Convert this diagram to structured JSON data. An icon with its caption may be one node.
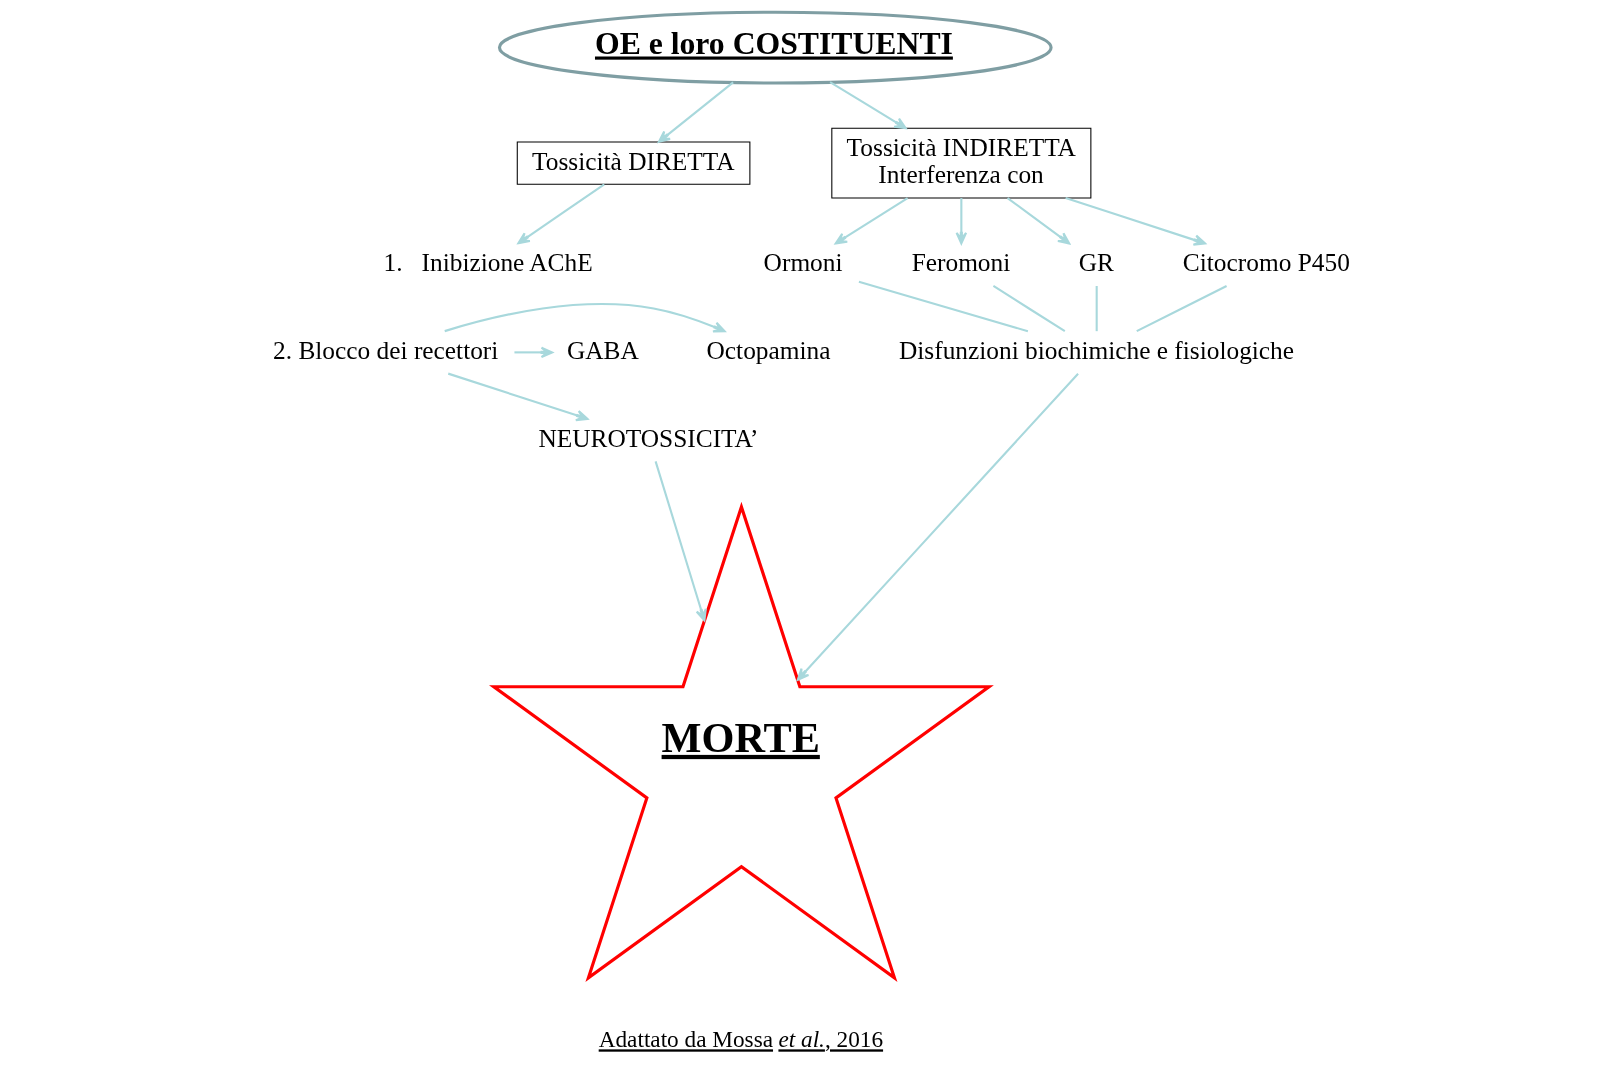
{
  "diagram": {
    "nodes": [
      {
        "text": [
          "OE e loro COSTITUENTI"
        ]
      },
      {
        "text": [
          "Tossicità DIRETTA"
        ]
      },
      {
        "text": [
          "Tossicità INDIRETTA",
          "Interferenza con"
        ]
      },
      {
        "text": [
          "1.   Inibizione AChE"
        ]
      },
      {
        "text": [
          "2. Blocco dei recettori"
        ]
      },
      {
        "text": [
          "Octopamina"
        ]
      },
      {
        "text": [
          "GABA"
        ]
      },
      {
        "text": [
          "NEUROTOSSICITA’"
        ]
      },
      {
        "text": [
          "Ormoni"
        ]
      },
      {
        "text": [
          "Feromoni"
        ]
      },
      {
        "text": [
          "GR"
        ]
      },
      {
        "text": [
          "Citocromo P450"
        ]
      },
      {
        "text": [
          "Disfunzioni biochimiche e fisiologiche"
        ]
      },
      {
        "text": [
          "MORTE"
        ]
      }
    ],
    "edges": [
      {
        "from": 0,
        "to": 1,
        "arrow": "to"
      },
      {
        "from": 0,
        "to": 2,
        "arrow": "to"
      },
      {
        "from": 1,
        "to": 3,
        "arrow": "to"
      },
      {
        "from": 4,
        "to": 5,
        "arrow": "to"
      },
      {
        "from": 4,
        "to": 6,
        "arrow": "to"
      },
      {
        "from": 4,
        "to": 7,
        "arrow": "to"
      },
      {
        "from": 2,
        "to": 8,
        "arrow": "to"
      },
      {
        "from": 2,
        "to": 9,
        "arrow": "to"
      },
      {
        "from": 2,
        "to": 10,
        "arrow": "to"
      },
      {
        "from": 2,
        "to": 11,
        "arrow": "to"
      },
      {
        "from": 8,
        "to": 12,
        "arrow": "none"
      },
      {
        "from": 9,
        "to": 12,
        "arrow": "none"
      },
      {
        "from": 10,
        "to": 12,
        "arrow": "none"
      },
      {
        "from": 11,
        "to": 12,
        "arrow": "none"
      },
      {
        "from": 7,
        "to": 13,
        "arrow": "to"
      },
      {
        "from": 12,
        "to": 13,
        "arrow": "to"
      }
    ],
    "labels": [
      "Adattato da Mossa *et al.*, 2016"
    ]
  }
}
